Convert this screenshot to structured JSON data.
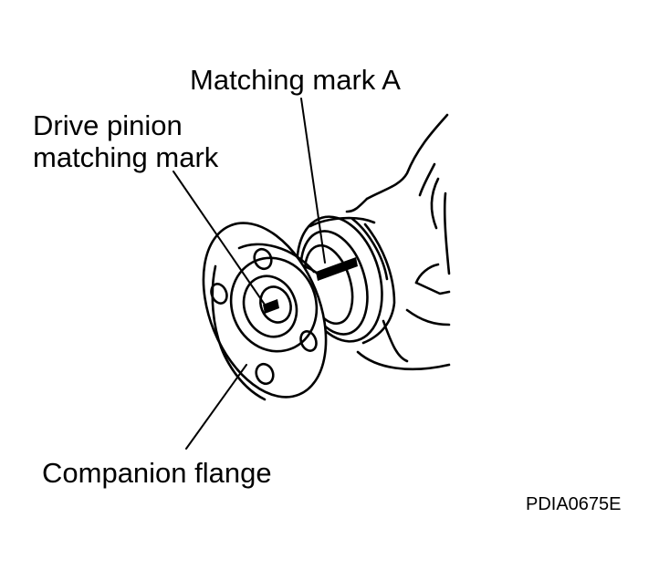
{
  "callouts": {
    "matching_mark_a": "Matching mark A",
    "drive_pinion_line1": "Drive pinion",
    "drive_pinion_line2": "matching mark",
    "companion_flange": "Companion flange"
  },
  "figure_code": "PDIA0675E",
  "colors": {
    "ink": "#000000",
    "paper": "#ffffff"
  }
}
